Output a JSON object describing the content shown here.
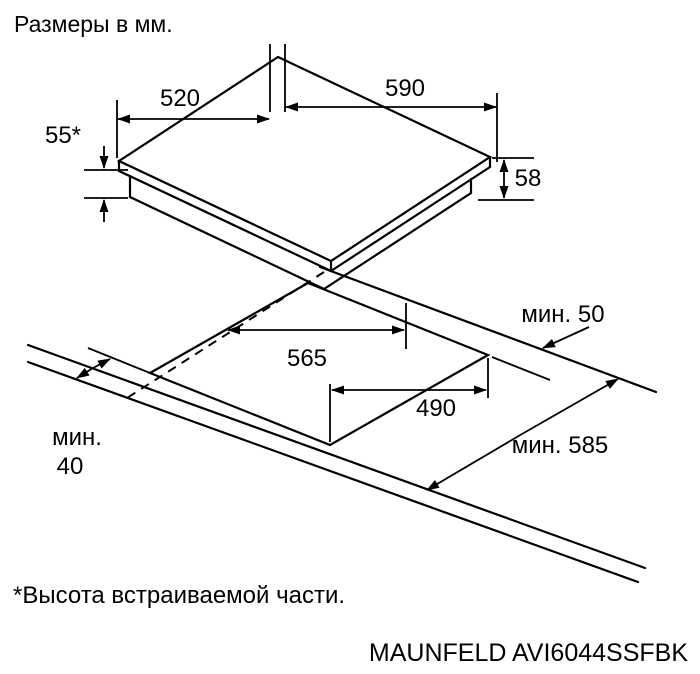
{
  "title": "Размеры в мм.",
  "footnote": "*Высота встраиваемой части.",
  "model_label": "MAUNFELD AVI6044SSFBK",
  "colors": {
    "line": "#000000",
    "background": "#ffffff"
  },
  "diagram": {
    "unit": "мм",
    "hob": {
      "width_mm": "590",
      "depth_mm": "520",
      "builtin_height_mm": "55*",
      "total_height_mm": "58"
    },
    "cutout": {
      "width_mm": "565",
      "depth_mm": "490"
    },
    "clearances": {
      "rear_min": "мин. 50",
      "front_min_word": "мин.",
      "front_min_value": "40",
      "worktop_depth_min": "мин. 585"
    }
  }
}
